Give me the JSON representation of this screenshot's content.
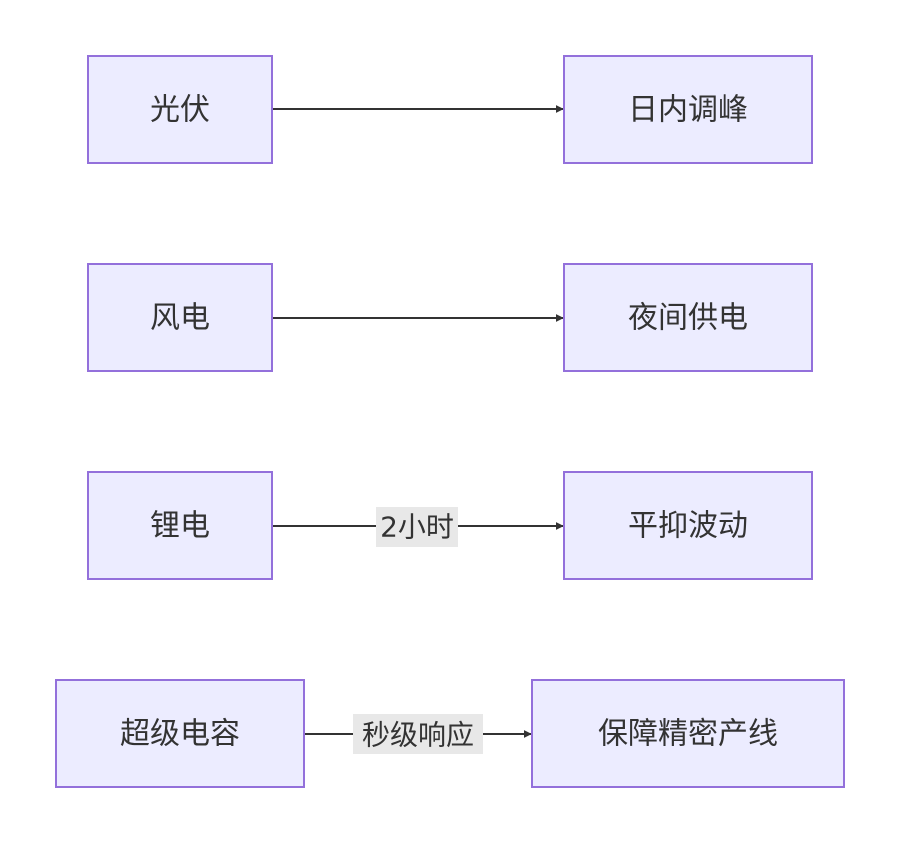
{
  "nodes": {
    "solar": "光伏",
    "daytime_peak": "日内调峰",
    "wind": "风电",
    "night_supply": "夜间供电",
    "lithium": "锂电",
    "smooth_fluctuation": "平抑波动",
    "supercap": "超级电容",
    "precision_line": "保障精密产线"
  },
  "edges": {
    "lithium_label": "2小时",
    "supercap_label": "秒级响应"
  },
  "colors": {
    "node_fill": "#ECECFF",
    "node_stroke": "#9370DB",
    "edge": "#333333",
    "label_bg": "#E8E8E8"
  }
}
